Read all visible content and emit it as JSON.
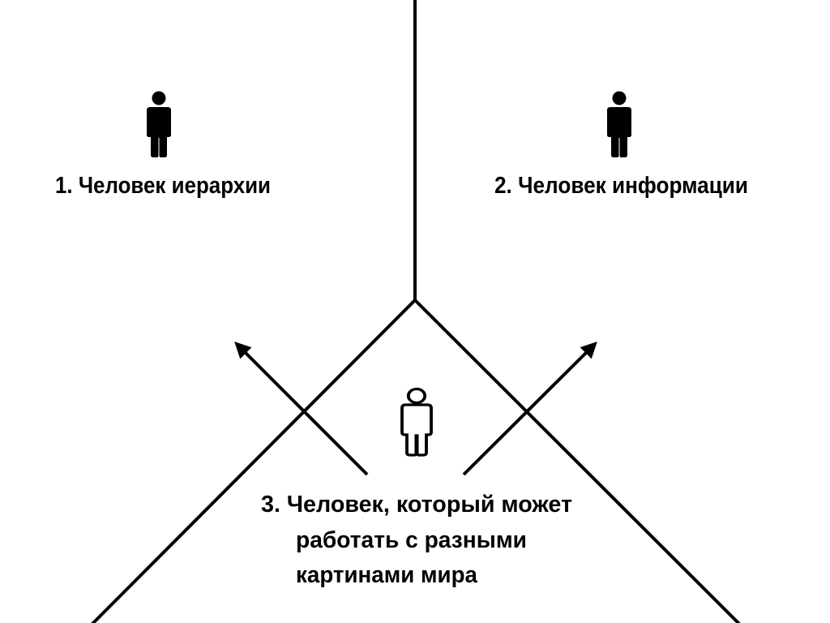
{
  "colors": {
    "line": "#000000",
    "background": "#ffffff"
  },
  "labels": {
    "hierarchy": "1. Человек иерархии",
    "information": "2. Человек информации",
    "multi_line1": "3. Человек, который может",
    "multi_line2": "работать с разными",
    "multi_line3": "картинами мира"
  },
  "icons": [
    "person-filled-icon",
    "person-filled-icon",
    "person-outline-icon"
  ]
}
